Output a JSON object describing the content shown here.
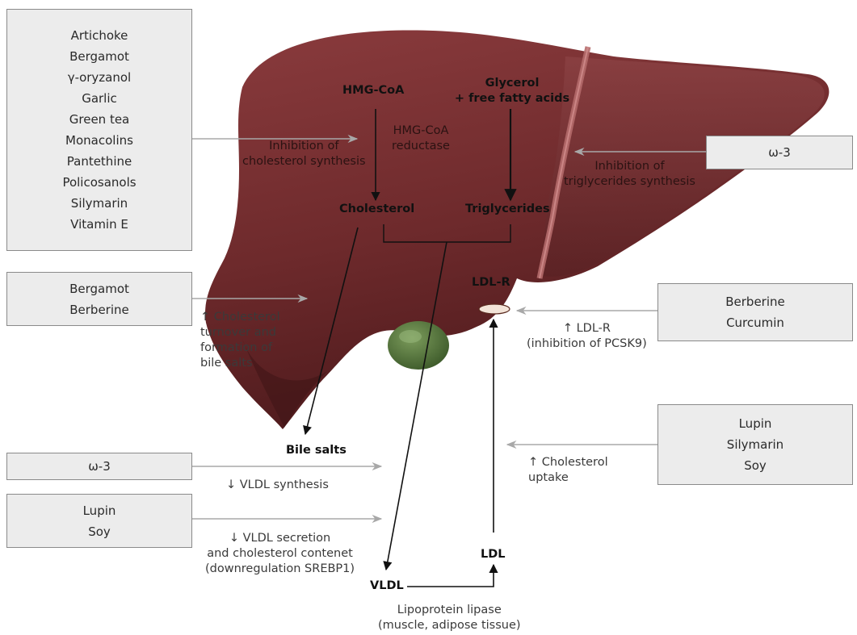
{
  "colors": {
    "liver": "#6e2a2c",
    "liver_shadow": "#4d1a1c",
    "gallbladder": "#4d6e38",
    "box_fill": "#ececec",
    "box_border": "#8a8a8a",
    "gray_arrow": "#a8a8a8",
    "black_arrow": "#111111"
  },
  "boxes": {
    "top_left": [
      "Artichoke",
      "Bergamot",
      "γ-oryzanol",
      "Garlic",
      "Green tea",
      "Monacolins",
      "Pantethine",
      "Policosanols",
      "Silymarin",
      "Vitamin E"
    ],
    "mid_left": [
      "Bergamot",
      "Berberine"
    ],
    "omega_left": [
      "ω-3"
    ],
    "lupin_soy_left": [
      "Lupin",
      "Soy"
    ],
    "omega_right": [
      "ω-3"
    ],
    "berberine_right": [
      "Berberine",
      "Curcumin"
    ],
    "lupin_right": [
      "Lupin",
      "Silymarin",
      "Soy"
    ]
  },
  "labels": {
    "inhibition_cholesterol": [
      "Inhibition of",
      "cholesterol synthesis"
    ],
    "hmg_reductase": [
      "HMG-CoA",
      "reductase"
    ],
    "inhibition_triglycerides": [
      "Inhibition of",
      "triglycerides synthesis"
    ],
    "cholesterol_turnover": [
      "↑ Cholesterol",
      "turnover and",
      "formation of",
      "bile salts"
    ],
    "ldlr_effect": [
      "↑ LDL-R",
      "(inhibition of PCSK9)"
    ],
    "vldl_synthesis": [
      "↓ VLDL synthesis"
    ],
    "vldl_secretion": [
      "↓ VLDL secretion",
      "and cholesterol contenet",
      "(downregulation SREBP1)"
    ],
    "cholesterol_uptake": [
      "↑ Cholesterol",
      "uptake"
    ],
    "lipoprotein_lipase": [
      "Lipoprotein lipase",
      "(muscle, adipose tissue)"
    ]
  },
  "key_terms": {
    "hmg_coa": "HMG-CoA",
    "glycerol": [
      "Glycerol",
      "+ free fatty acids"
    ],
    "cholesterol": "Cholesterol",
    "triglycerides": "Triglycerides",
    "ldl_r": "LDL-R",
    "bile_salts": "Bile salts",
    "vldl": "VLDL",
    "ldl": "LDL"
  }
}
